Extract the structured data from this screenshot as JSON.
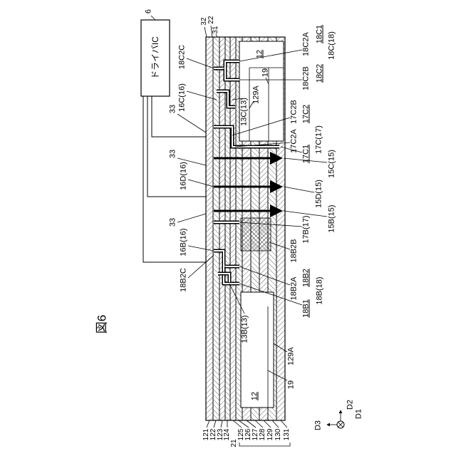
{
  "figure_label": "図6",
  "driver_ic": {
    "ref": "6",
    "text": "ドライバIC"
  },
  "top_labels": {
    "l32": "32",
    "l22": "22",
    "l31": "31"
  },
  "labels": {
    "l18c2c": "18C2C",
    "l16c": "16C(16)",
    "l33_upper": "33",
    "l33_middle": "33",
    "l16d": "16D(16)",
    "l33_lower": "33",
    "l16b": "16B(16)",
    "l18b2c": "18B2C",
    "l12_upper": "12",
    "l19_upper": "19",
    "l129a_upper": "129A",
    "l13c": "13C(13)",
    "l13b": "13B(13)",
    "l129a_lower": "129A",
    "l19_lower": "19",
    "l12_lower": "12",
    "l18c2a": "18C2A",
    "l18c1": "18C1",
    "l18c": "18C(18)",
    "l18c2b": "18C2B",
    "l18c2": "18C2",
    "l17c2b": "17C2B",
    "l17c2": "17C2",
    "l17c2a": "17C2A",
    "l17c": "17C(17)",
    "l17c1": "17C1",
    "l15c": "15C(15)",
    "l15d": "15D(15)",
    "l15b": "15B(15)",
    "l17b": "17B(17)",
    "l18b2b": "18B2B",
    "l18b2": "18B2",
    "l18b2a": "18B2A",
    "l18b": "18B(18)",
    "l18b1": "18B1"
  },
  "layers": {
    "group": "21",
    "items": [
      "121",
      "122",
      "123",
      "124",
      "125",
      "126",
      "127",
      "128",
      "129",
      "130",
      "131"
    ]
  },
  "directions": {
    "d1": "D1",
    "d2": "D2",
    "d3": "D3"
  },
  "colors": {
    "ink": "#000000",
    "paper": "#ffffff"
  }
}
